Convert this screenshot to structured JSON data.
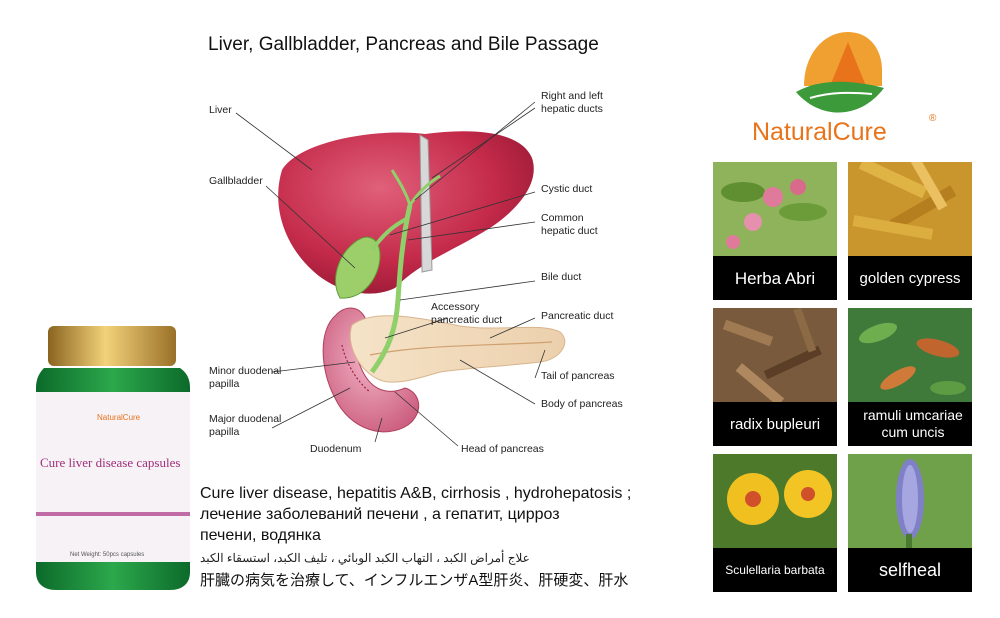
{
  "diagram": {
    "title": "Liver, Gallbladder, Pancreas and Bile Passage",
    "labels": {
      "liver": "Liver",
      "gallbladder": "Gallbladder",
      "minor_papilla": "Minor duodenal\npapilla",
      "major_papilla": "Major duodenal\npapilla",
      "duodenum": "Duodenum",
      "hepatic_ducts": "Right and left\nhepatic ducts",
      "cystic_duct": "Cystic duct",
      "common_hepatic": "Common\nhepatic duct",
      "bile_duct": "Bile duct",
      "accessory_duct": "Accessory\npancreatic duct",
      "pancreatic_duct": "Pancreatic duct",
      "tail": "Tail of pancreas",
      "body": "Body of pancreas",
      "head": "Head of pancreas"
    }
  },
  "brand": {
    "name": "NaturalCure",
    "reg": "®"
  },
  "product": {
    "brand": "NaturalCure",
    "name": "Cure liver disease capsules",
    "net_weight": "Net Weight: 50pcs capsules"
  },
  "description": {
    "en": "Cure liver disease, hepatitis A&B, cirrhosis , hydrohepatosis ;",
    "ru1": " лечение  заболеваний печени  ,  а  гепатит,  цирроз",
    "ru2": "печени,  водянка",
    "ar": "علاج أمراض الكبد ، التهاب الكبد الوبائي ، تليف الكبد، استسقاء الكبد",
    "ja": "肝臓の病気を治療して、インフルエンザA型肝炎、肝硬変、肝水"
  },
  "herbs": [
    {
      "label": "Herba Abri"
    },
    {
      "label": "golden cypress"
    },
    {
      "label": "radix bupleuri"
    },
    {
      "label": "ramuli umcariae cum uncis"
    },
    {
      "label": "Sculellaria barbata"
    },
    {
      "label": "selfheal"
    }
  ],
  "colors": {
    "brand_orange": "#e8731a",
    "brand_green": "#3d9a3a",
    "liver": "#c42a4a",
    "pancreas": "#f2d9b8"
  }
}
